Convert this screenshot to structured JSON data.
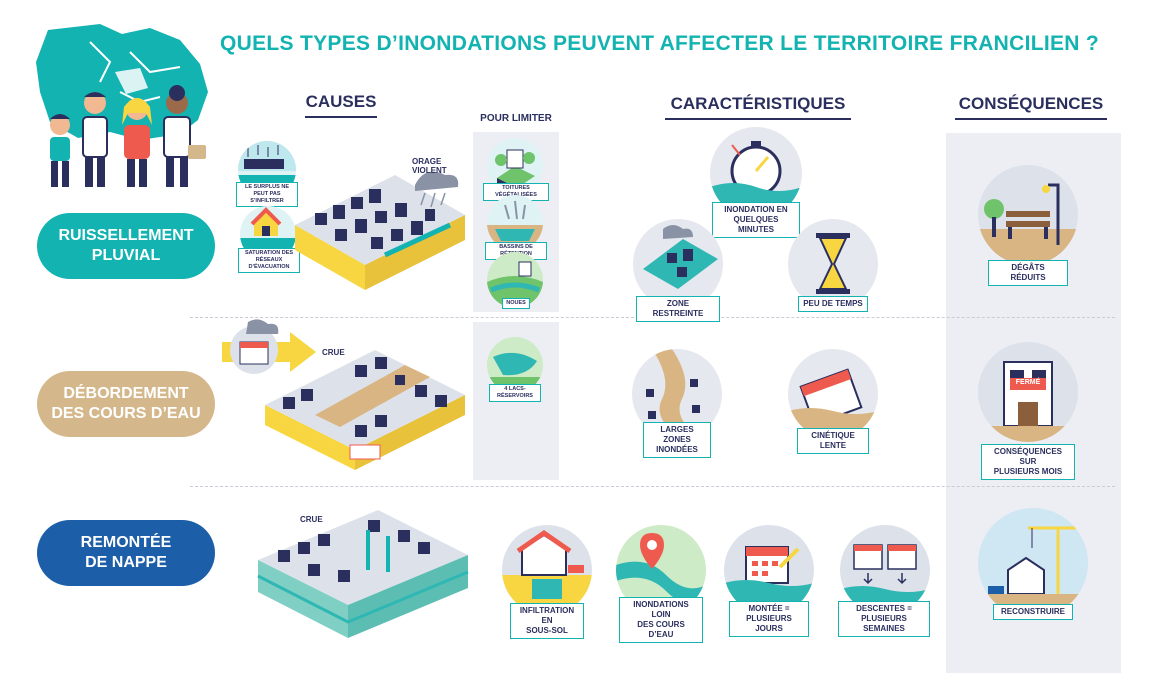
{
  "title": "QUELS TYPES D’INONDATIONS PEUVENT AFFECTER LE TERRITOIRE FRANCILIEN ?",
  "columns": {
    "causes": "CAUSES",
    "pour_limiter": "POUR LIMITER",
    "caracteristiques": "CARACTÉRISTIQUES",
    "consequences": "CONSÉQUENCES"
  },
  "colors": {
    "teal": "#12b3b1",
    "beige": "#d4b88c",
    "blue": "#1d5ea8",
    "navy": "#2b2f5e",
    "panel": "#eceef4",
    "yellow": "#f7d641",
    "water": "#2fb7b4"
  },
  "rows": [
    {
      "type": "RUISSELLEMENT\nPLUVIAL",
      "causes": [
        "LE SURPLUS NE PEUT PAS\nS’INFILTRER",
        "SATURATION DES\nRÉSEAUX D’ÉVACUATION"
      ],
      "annotation": "ORAGE\nVIOLENT",
      "limiter": [
        "TOITURES VÉGÉTALISÉES",
        "BASSINS DE RÉTENTION",
        "NOUES"
      ],
      "caracteristiques": [
        "INONDATION EN\nQUELQUES MINUTES",
        "ZONE RESTREINTE",
        "PEU DE TEMPS"
      ],
      "consequence": "DÉGÂTS RÉDUITS"
    },
    {
      "type": "DÉBORDEMENT\nDES COURS D’EAU",
      "annotation": "CRUE",
      "limiter": [
        "4 LACS-RÉSERVOIRS"
      ],
      "caracteristiques": [
        "LARGES ZONES\nINONDÉES",
        "CINÉTIQUE LENTE"
      ],
      "consequence": "CONSÉQUENCES SUR\nPLUSIEURS MOIS",
      "sign": "FERMÉ"
    },
    {
      "type": "REMONTÉE\nDE NAPPE",
      "annotation": "CRUE",
      "caracteristiques": [
        "INFILTRATION EN\nSOUS-SOL",
        "INONDATIONS LOIN\nDES COURS D’EAU",
        "MONTÉE =\nPLUSIEURS JOURS",
        "DESCENTES =\nPLUSIEURS SEMAINES"
      ],
      "consequence": "RECONSTRUIRE"
    }
  ]
}
